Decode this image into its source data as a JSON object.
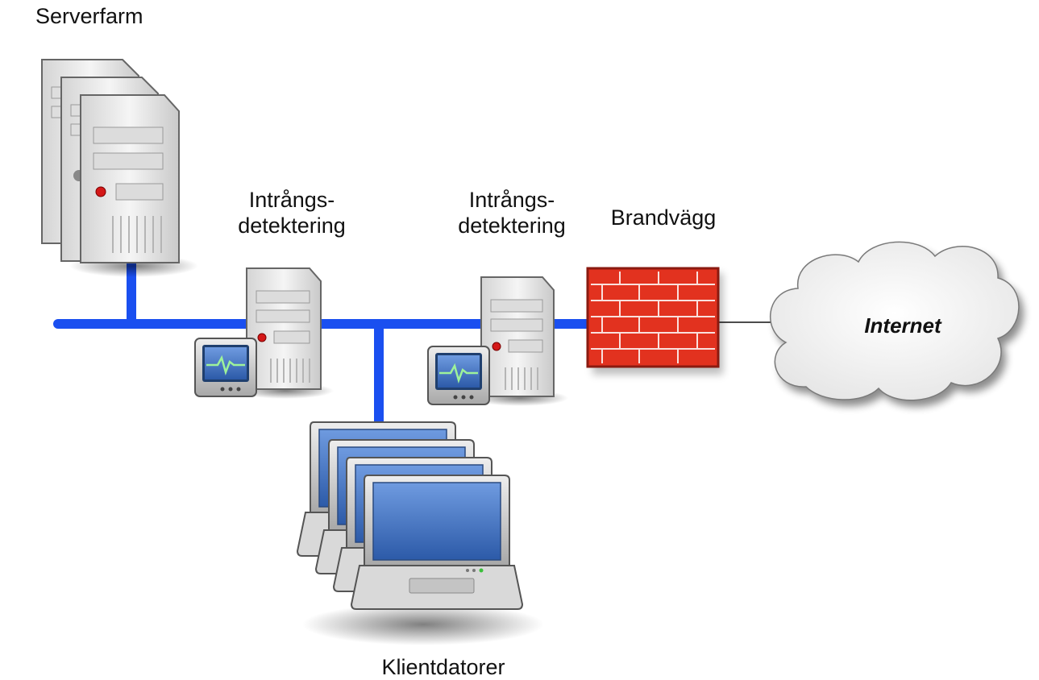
{
  "labels": {
    "serverfarm": "Serverfarm",
    "ids1_line1": "Intrångs-",
    "ids1_line2": "detektering",
    "ids2_line1": "Intrångs-",
    "ids2_line2": "detektering",
    "firewall": "Brandvägg",
    "internet": "Internet",
    "clients": "Klientdatorer"
  },
  "colors": {
    "network_line": "#1a4ff0",
    "firewall_brick": "#e2321f",
    "firewall_mortar": "#ffffff",
    "screen_blue": "#3f74c9",
    "monitor_trace": "#9ef29a",
    "server_led": "#d41818",
    "cloud": "#f4f4f4"
  },
  "icons": [
    "server-icon",
    "monitor-icon",
    "laptop-icon",
    "firewall-icon",
    "cloud-icon"
  ]
}
